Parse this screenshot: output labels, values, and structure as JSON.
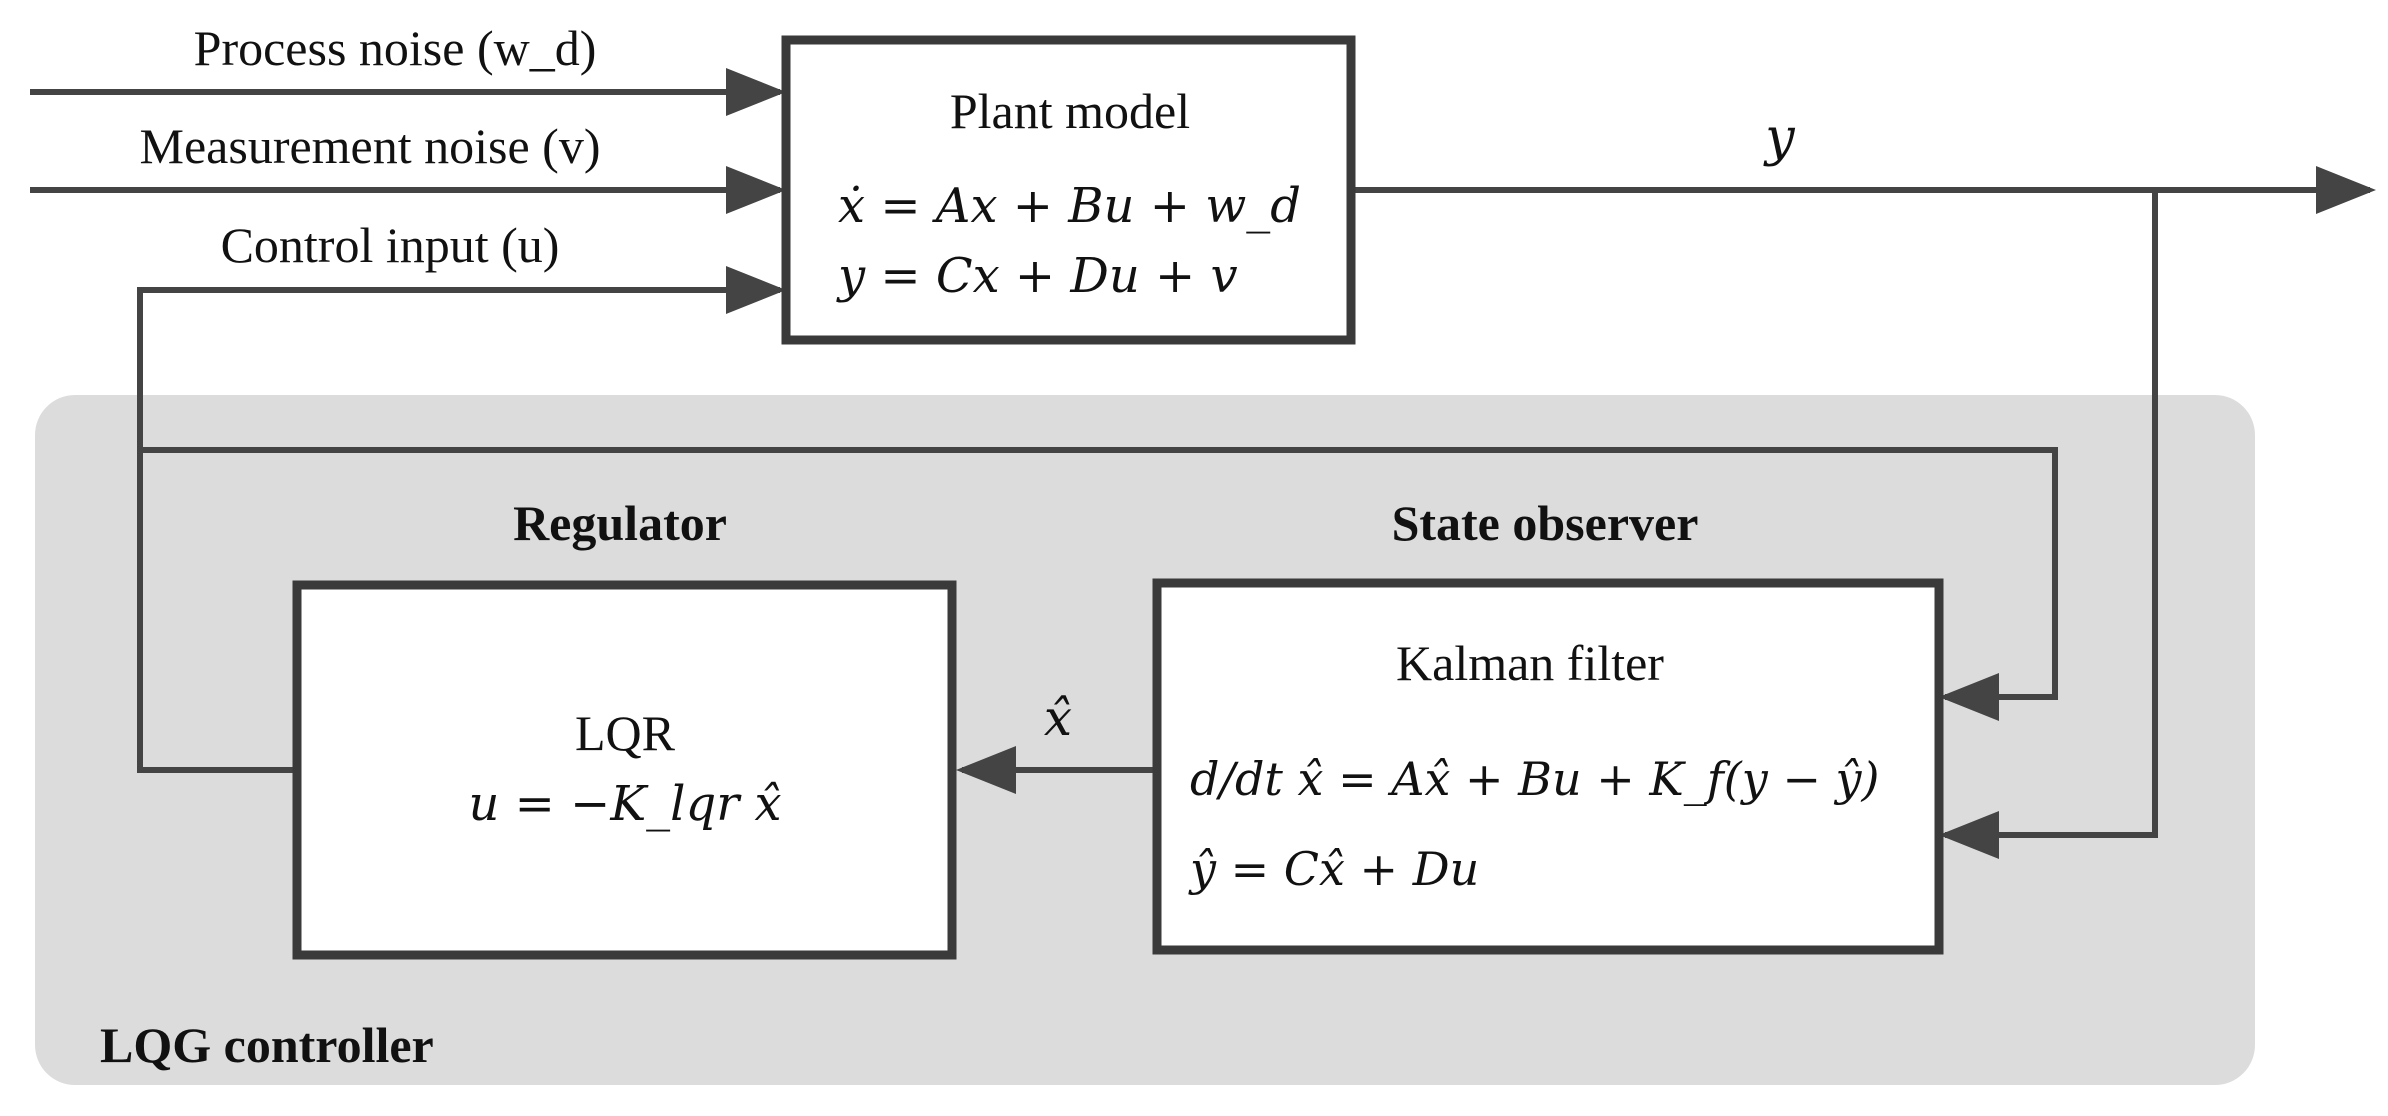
{
  "inputs": {
    "process_noise": "Process noise (w_d)",
    "measurement_noise": "Measurement noise (v)",
    "control_input": "Control input (u)"
  },
  "plant": {
    "title": "Plant model",
    "eq1": "ẋ = Ax + Bu + w_d",
    "eq2": "y = Cx + Du + v"
  },
  "output_label": "y",
  "controller": {
    "label": "LQG controller",
    "regulator_heading": "Regulator",
    "observer_heading": "State observer",
    "lqr_title": "LQR",
    "lqr_eq": "u = −K_lqr x̂",
    "kalman_title": "Kalman filter",
    "kalman_eq1": "d/dt x̂ = Ax̂ + Bu + K_f(y − ŷ)",
    "kalman_eq2": "ŷ = Cx̂ + Du",
    "xhat_label": "x̂"
  },
  "colors": {
    "panel": "#dcdcdc",
    "wire": "#444444",
    "box_border": "#3a3a3a"
  }
}
